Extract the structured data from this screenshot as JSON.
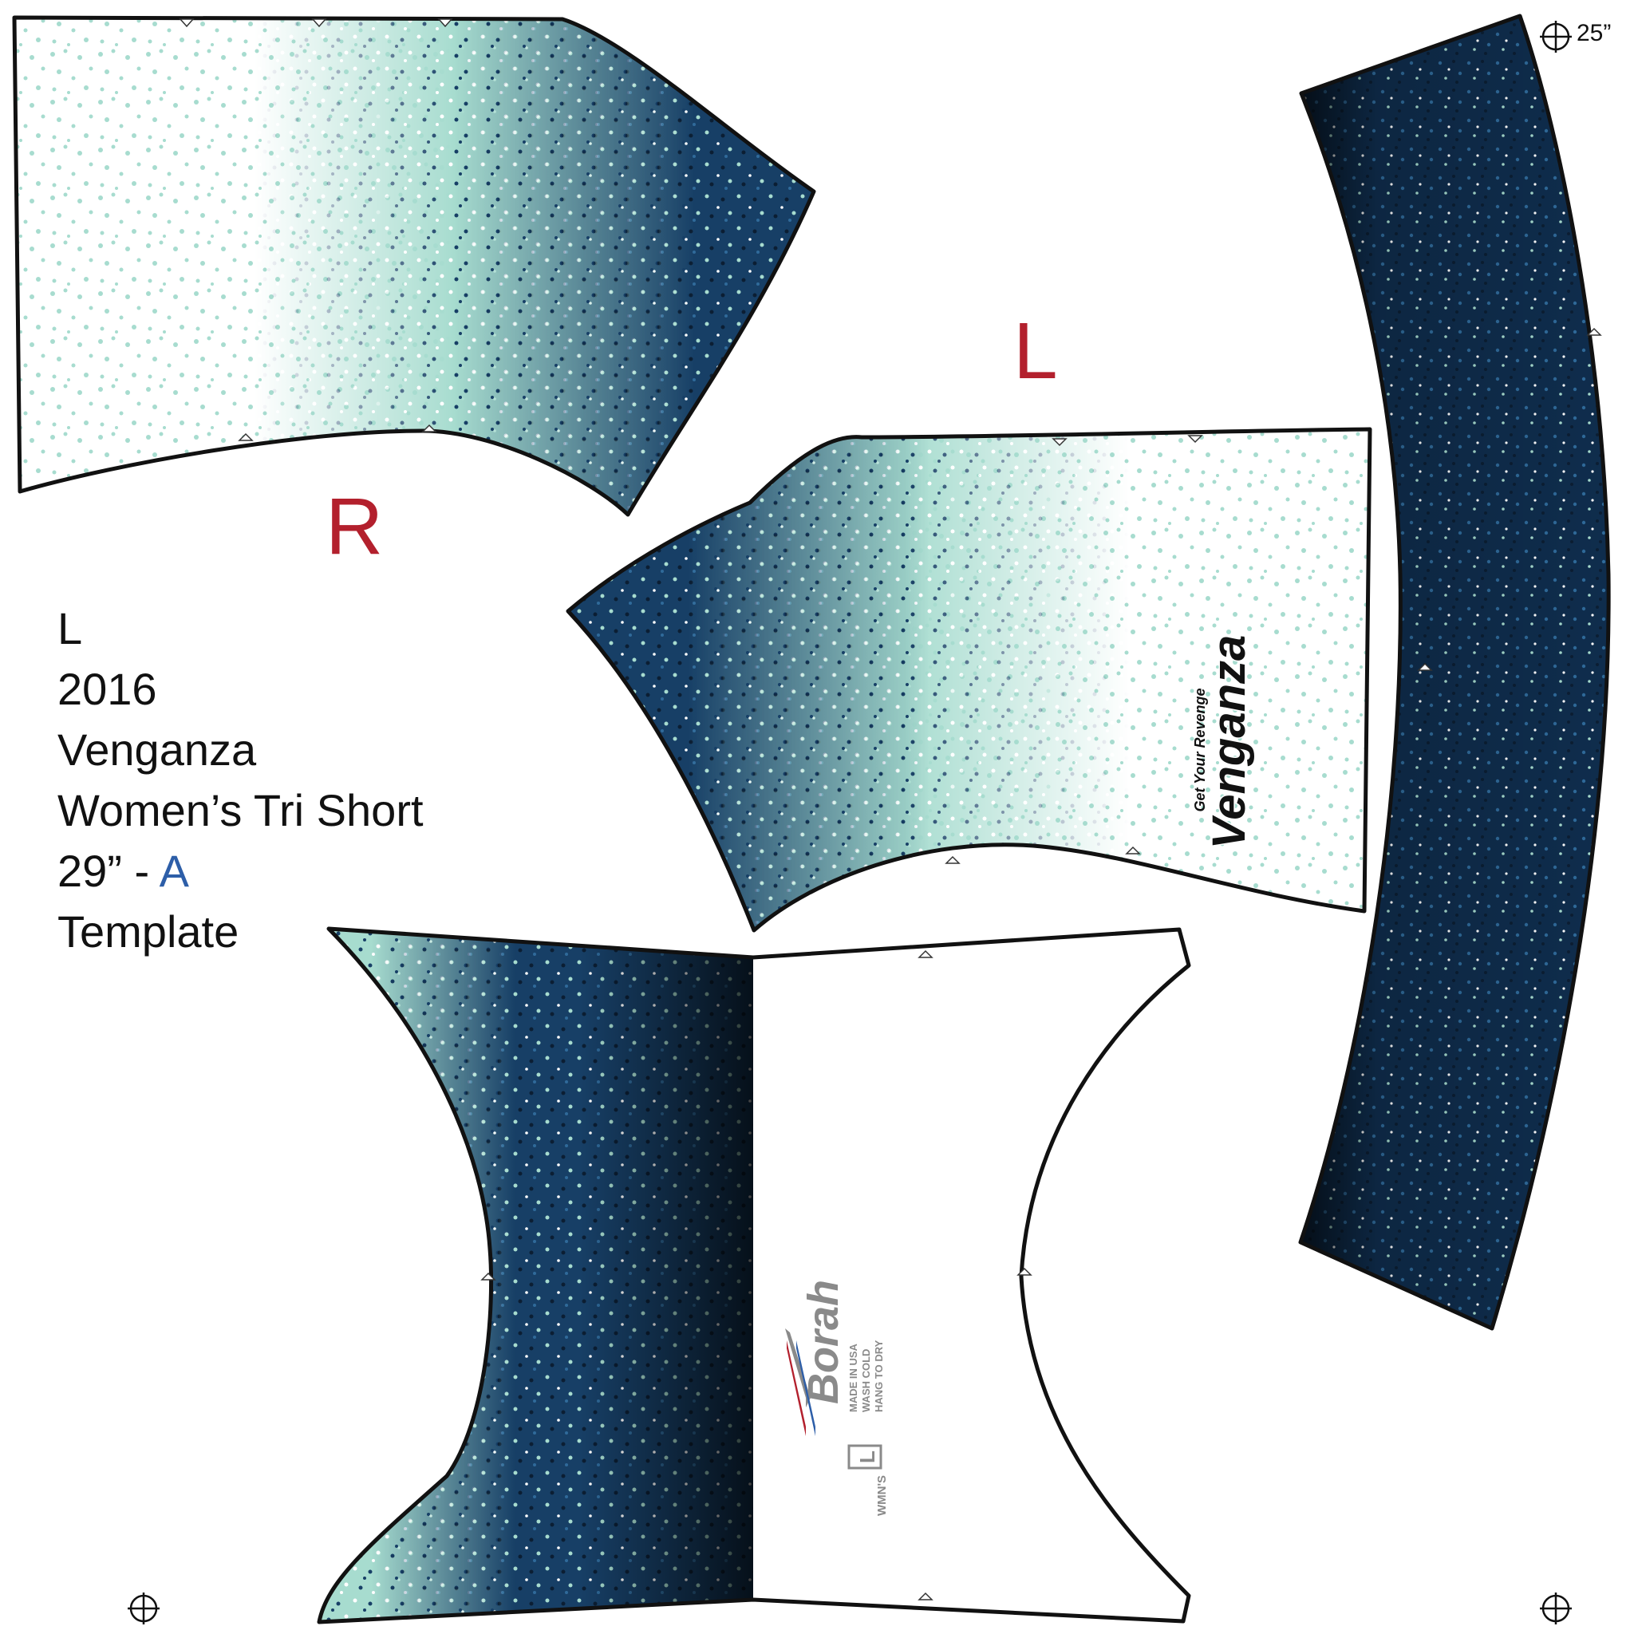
{
  "labels": {
    "right_panel": "R",
    "left_panel": "L"
  },
  "template_info": {
    "size": "L",
    "year": "2016",
    "design": "Venganza",
    "product": "Women’s Tri Short",
    "inseam": "29”",
    "separator": " - ",
    "variant": "A",
    "kind": "Template"
  },
  "waistband_reference": "25”",
  "venganza_logo": {
    "tagline": "Get Your Revenge",
    "wordmark": "Venganza"
  },
  "care_label": {
    "brand": "Borah",
    "line1": "MADE IN USA",
    "line2": "WASH COLD",
    "line3": "HANG TO DRY",
    "size": "L",
    "fit": "WMN'S"
  },
  "colors": {
    "navy": "#173f66",
    "dark_navy": "#0b1e33",
    "mint": "#a7dccf",
    "white": "#ffffff",
    "label_red": "#b3202d",
    "variant_blue": "#2d5ea8",
    "outline": "#111111",
    "logo_gray": "#8a8a8a"
  },
  "icons": [
    "registration-mark-icon",
    "notch-marker-icon"
  ]
}
